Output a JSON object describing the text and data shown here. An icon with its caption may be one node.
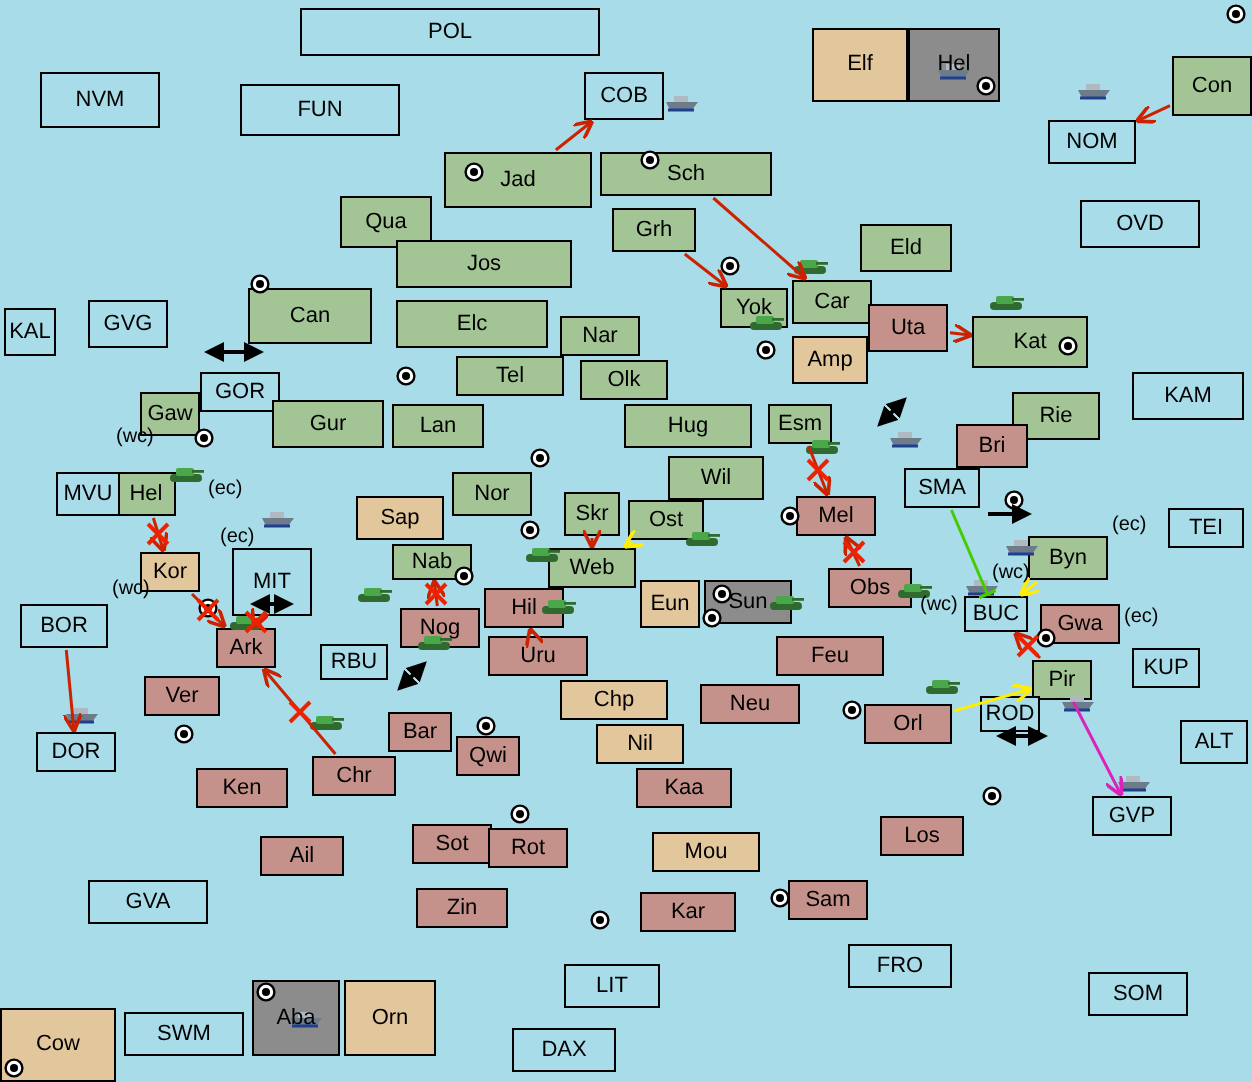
{
  "diagram": {
    "nodes": [
      {
        "text": [
          "POL"
        ]
      },
      {
        "text": [
          "NVM"
        ]
      },
      {
        "text": [
          "FUN"
        ]
      },
      {
        "text": [
          "COB"
        ]
      },
      {
        "text": [
          "Elf"
        ]
      },
      {
        "text": [
          "Hel"
        ]
      },
      {
        "text": [
          "NOM"
        ]
      },
      {
        "text": [
          "Con"
        ]
      },
      {
        "text": [
          "Jad"
        ]
      },
      {
        "text": [
          "Sch"
        ]
      },
      {
        "text": [
          "Qua"
        ]
      },
      {
        "text": [
          "Grh"
        ]
      },
      {
        "text": [
          "OVD"
        ]
      },
      {
        "text": [
          "Eld"
        ]
      },
      {
        "text": [
          "Jos"
        ]
      },
      {
        "text": [
          "KAL"
        ]
      },
      {
        "text": [
          "Can"
        ]
      },
      {
        "text": [
          "Car"
        ]
      },
      {
        "text": [
          "Yok"
        ]
      },
      {
        "text": [
          "Elc"
        ]
      },
      {
        "text": [
          "Uta"
        ]
      },
      {
        "text": [
          "GVG"
        ]
      },
      {
        "text": [
          "Kat"
        ]
      },
      {
        "text": [
          "Nar"
        ]
      },
      {
        "text": [
          "Amp"
        ]
      },
      {
        "text": [
          "GOR"
        ]
      },
      {
        "text": [
          "Tel"
        ]
      },
      {
        "text": [
          "Olk"
        ]
      },
      {
        "text": [
          "KAM"
        ]
      },
      {
        "text": [
          "Gaw"
        ]
      },
      {
        "text": [
          "Gur"
        ]
      },
      {
        "text": [
          "Lan"
        ]
      },
      {
        "text": [
          "Hug"
        ]
      },
      {
        "text": [
          "Rie"
        ]
      },
      {
        "text": [
          "Bri"
        ]
      },
      {
        "text": [
          "SMA"
        ]
      },
      {
        "text": [
          "Esm"
        ]
      },
      {
        "text": [
          "Wil"
        ]
      },
      {
        "text": [
          "Hel"
        ]
      },
      {
        "text": [
          "MVU"
        ]
      },
      {
        "text": [
          "Nor"
        ]
      },
      {
        "text": [
          "Sap"
        ]
      },
      {
        "text": [
          "Skr"
        ]
      },
      {
        "text": [
          "Ost"
        ]
      },
      {
        "text": [
          "Mel"
        ]
      },
      {
        "text": [
          "TEI"
        ]
      },
      {
        "text": [
          "Byn"
        ]
      },
      {
        "text": [
          "Web"
        ]
      },
      {
        "text": [
          "MIT"
        ]
      },
      {
        "text": [
          "Kor"
        ]
      },
      {
        "text": [
          "Nab"
        ]
      },
      {
        "text": [
          "Obs"
        ]
      },
      {
        "text": [
          "Eun"
        ]
      },
      {
        "text": [
          "Sun"
        ]
      },
      {
        "text": [
          "Hil"
        ]
      },
      {
        "text": [
          "Nog"
        ]
      },
      {
        "text": [
          "BOR"
        ]
      },
      {
        "text": [
          "Gwa"
        ]
      },
      {
        "text": [
          "BUC"
        ]
      },
      {
        "text": [
          "Ark"
        ]
      },
      {
        "text": [
          "Pir"
        ]
      },
      {
        "text": [
          "Uru"
        ]
      },
      {
        "text": [
          "Feu"
        ]
      },
      {
        "text": [
          "KUP"
        ]
      },
      {
        "text": [
          "RBU"
        ]
      },
      {
        "text": [
          "Ver"
        ]
      },
      {
        "text": [
          "Chp"
        ]
      },
      {
        "text": [
          "Neu"
        ]
      },
      {
        "text": [
          "ROD"
        ]
      },
      {
        "text": [
          "Orl"
        ]
      },
      {
        "text": [
          "Bar"
        ]
      },
      {
        "text": [
          "Nil"
        ]
      },
      {
        "text": [
          "DOR"
        ]
      },
      {
        "text": [
          "ALT"
        ]
      },
      {
        "text": [
          "Qwi"
        ]
      },
      {
        "text": [
          "Chr"
        ]
      },
      {
        "text": [
          "Ken"
        ]
      },
      {
        "text": [
          "Kaa"
        ]
      },
      {
        "text": [
          "GVP"
        ]
      },
      {
        "text": [
          "Los"
        ]
      },
      {
        "text": [
          "Sot"
        ]
      },
      {
        "text": [
          "Rot"
        ]
      },
      {
        "text": [
          "Mou"
        ]
      },
      {
        "text": [
          "Ail"
        ]
      },
      {
        "text": [
          "Sam"
        ]
      },
      {
        "text": [
          "GVA"
        ]
      },
      {
        "text": [
          "Zin"
        ]
      },
      {
        "text": [
          "Kar"
        ]
      },
      {
        "text": [
          "FRO"
        ]
      },
      {
        "text": [
          "LIT"
        ]
      },
      {
        "text": [
          "SOM"
        ]
      },
      {
        "text": [
          "Aba"
        ]
      },
      {
        "text": [
          "Orn"
        ]
      },
      {
        "text": [
          "SWM"
        ]
      },
      {
        "text": [
          "Cow"
        ]
      },
      {
        "text": [
          "DAX"
        ]
      }
    ],
    "edges": [
      {
        "from": 8,
        "to": 3,
        "arrow": "to"
      },
      {
        "from": 7,
        "to": 6,
        "arrow": "to"
      },
      {
        "from": 9,
        "to": 17,
        "arrow": "to"
      },
      {
        "from": 11,
        "to": 18,
        "arrow": "to"
      },
      {
        "from": 20,
        "to": 22,
        "arrow": "to"
      },
      {
        "from": 36,
        "to": 44,
        "arrow": "to"
      },
      {
        "from": 51,
        "to": 44,
        "arrow": "to"
      },
      {
        "from": 35,
        "to": 58,
        "arrow": "other",
        "color": "#44cc00"
      },
      {
        "from": 46,
        "to": 58,
        "arrow": "to",
        "color": "#ffee00"
      },
      {
        "from": 60,
        "to": 58,
        "arrow": "to"
      },
      {
        "from": 69,
        "to": 60,
        "arrow": "to",
        "color": "#ffee00"
      },
      {
        "from": 60,
        "to": 78,
        "arrow": "to",
        "color": "#dd22bb"
      },
      {
        "from": 43,
        "to": 47,
        "arrow": "to",
        "color": "#ffee00"
      },
      {
        "from": 42,
        "to": 47,
        "arrow": "to"
      },
      {
        "from": 61,
        "to": 54,
        "arrow": "to"
      },
      {
        "from": 55,
        "to": 50,
        "arrow": "to"
      },
      {
        "from": 56,
        "to": 72,
        "arrow": "to"
      },
      {
        "from": 38,
        "to": 49,
        "arrow": "to"
      },
      {
        "from": 48,
        "to": 59,
        "arrow": "to"
      },
      {
        "from": 49,
        "to": 59,
        "arrow": "to"
      },
      {
        "from": 75,
        "to": 59,
        "arrow": "to"
      }
    ],
    "labels": [
      "(wc)",
      "(ec)",
      "(ec)",
      "(ec)",
      "(wc)",
      "(wc)",
      "(wc)",
      "(ec)"
    ]
  }
}
